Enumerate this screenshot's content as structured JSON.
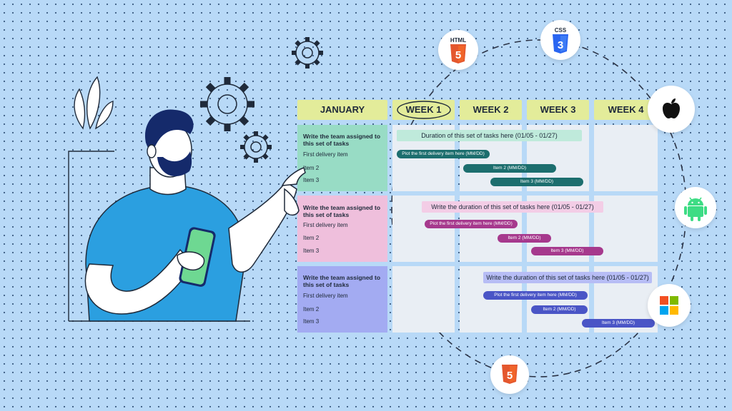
{
  "header": {
    "month": "JANUARY",
    "weeks": [
      "WEEK 1",
      "WEEK 2",
      "WEEK 3",
      "WEEK 4"
    ]
  },
  "groups": [
    {
      "title": "Write the team assigned to this set of tasks",
      "duration": "Duration of this set of tasks here (01/05 - 01/27)",
      "items": [
        "First delivery item",
        "Item 2",
        "Item 3"
      ],
      "bars": [
        "Plot the first delivery item here (MM/DD)",
        "Item 2 (MM/DD)",
        "Item 3 (MM/DD)"
      ]
    },
    {
      "title": "Write the team assigned to this set of tasks",
      "duration": "Write the duration of this set of tasks here (01/05 - 01/27)",
      "items": [
        "First delivery item",
        "Item 2",
        "Item 3"
      ],
      "bars": [
        "Plot the first delivery item here (MM/DD)",
        "Item 2 (MM/DD)",
        "Item 3 (MM/DD)"
      ]
    },
    {
      "title": "Write the team assigned to this set of tasks",
      "duration": "Write the duration of this set of tasks here (01/05 - 01/27)",
      "items": [
        "First delivery item",
        "Item 2",
        "Item 3"
      ],
      "bars": [
        "Plot the first delivery item here (MM/DD)",
        "Item 2 (MM/DD)",
        "Item 3 (MM/DD)"
      ]
    }
  ],
  "badges": {
    "html_top_label": "HTML",
    "html_top_glyph": "5",
    "css_label": "CSS",
    "css_glyph": "3",
    "html_bottom_glyph": "5"
  },
  "colors": {
    "background": "#b8d9f7",
    "header_yellow": "#e3ec9a",
    "group1": "#98dcc5",
    "group2": "#efbfdc",
    "group3": "#a3abf2",
    "bar_teal": "#1c6e6e",
    "bar_magenta": "#a6398d",
    "bar_blue": "#4a55c6",
    "dur_teal": "#bfeadb",
    "dur_pink": "#f3cde6",
    "dur_blue": "#b7bdf5",
    "shirt": "#2b9fe0",
    "hair": "#152a6b",
    "phone": "#6ed892",
    "android": "#3ddc84"
  },
  "icons": [
    "gear-icon",
    "plant-icon",
    "html5-icon",
    "css3-icon",
    "apple-icon",
    "android-icon",
    "windows-icon"
  ]
}
